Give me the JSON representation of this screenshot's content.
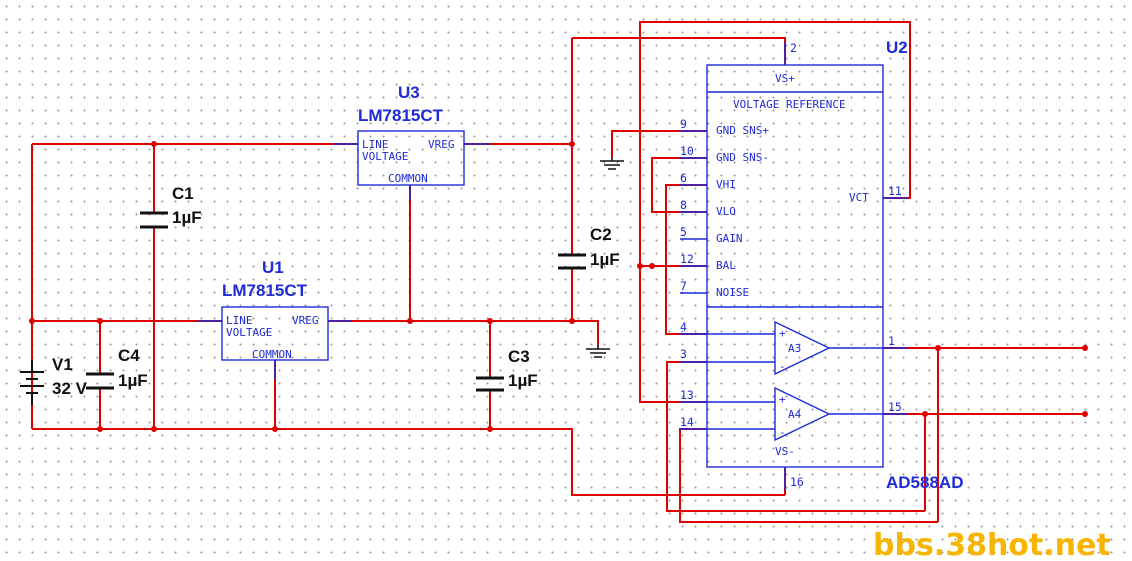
{
  "components": {
    "u3": {
      "ref": "U3",
      "part": "LM7815CT",
      "pin_line": "LINE",
      "pin_voltage": "VOLTAGE",
      "pin_vreg": "VREG",
      "pin_common": "COMMON"
    },
    "u1": {
      "ref": "U1",
      "part": "LM7815CT",
      "pin_line": "LINE",
      "pin_voltage": "VOLTAGE",
      "pin_vreg": "VREG",
      "pin_common": "COMMON"
    },
    "u2": {
      "ref": "U2",
      "part": "AD588AD",
      "vs_plus": "VS+",
      "vs_minus": "VS-",
      "title": "VOLTAGE REFERENCE",
      "gnd_sns_plus": "GND SNS+",
      "gnd_sns_minus": "GND SNS-",
      "vhi": "VHI",
      "vlo": "VLO",
      "gain": "GAIN",
      "bal": "BAL",
      "noise": "NOISE",
      "vct": "VCT",
      "amp3": "A3",
      "amp4": "A4",
      "pins": {
        "p2": "2",
        "p9": "9",
        "p10": "10",
        "p6": "6",
        "p8": "8",
        "p5": "5",
        "p12": "12",
        "p7": "7",
        "p4": "4",
        "p3": "3",
        "p13": "13",
        "p14": "14",
        "p11": "11",
        "p1": "1",
        "p15": "15",
        "p16": "16"
      }
    },
    "c1": {
      "ref": "C1",
      "value": "1µF"
    },
    "c2": {
      "ref": "C2",
      "value": "1µF"
    },
    "c3": {
      "ref": "C3",
      "value": "1µF"
    },
    "c4": {
      "ref": "C4",
      "value": "1µF"
    },
    "v1": {
      "ref": "V1",
      "value": "32 V"
    }
  },
  "watermark": "bbs.38hot.net",
  "colors": {
    "wire": "#e00000",
    "component": "#1f2bd8",
    "watermark": "#f7b500"
  }
}
